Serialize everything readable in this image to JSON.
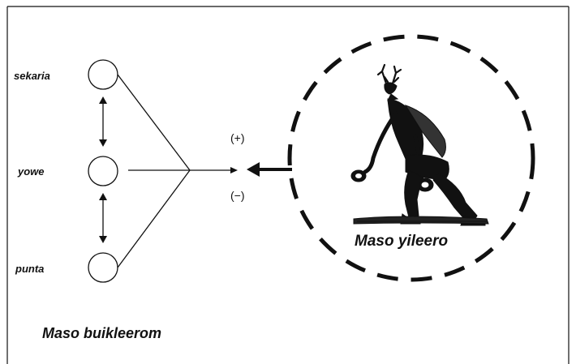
{
  "nodes": [
    {
      "label": "sekaria"
    },
    {
      "label": "yowe"
    },
    {
      "label": "punta"
    }
  ],
  "signs": {
    "positive": "(+)",
    "negative": "(−)"
  },
  "circle_caption": "Maso yileero",
  "bottom_caption": "Maso buikleerom",
  "icons": {
    "figure": "deer-dancer-icon"
  },
  "colors": {
    "ink": "#111111",
    "background": "#ffffff"
  }
}
